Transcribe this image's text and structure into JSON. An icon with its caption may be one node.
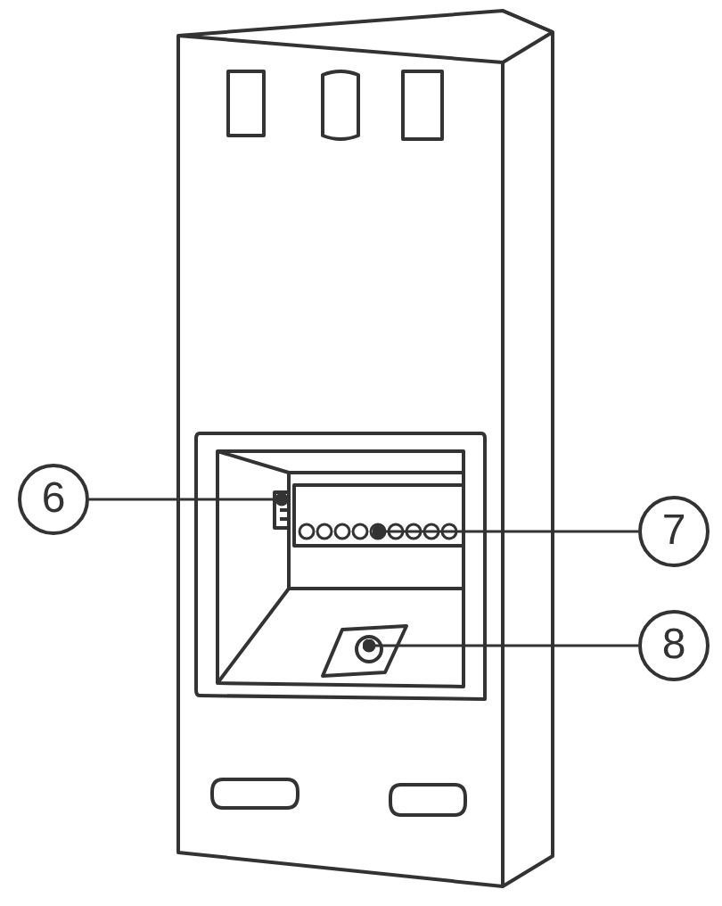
{
  "diagram": {
    "nodes": [
      {
        "text": [
          "6"
        ]
      },
      {
        "text": [],
        "shape": "box"
      },
      {
        "text": [
          "7"
        ]
      },
      {
        "text": [],
        "shape": "bar"
      },
      {
        "text": [
          "8"
        ]
      },
      {
        "text": [],
        "shape": "circle"
      }
    ],
    "edges": [
      {
        "from": 0,
        "to": 1,
        "arrow": "other"
      },
      {
        "from": 2,
        "to": 3,
        "arrow": "other"
      },
      {
        "from": 4,
        "to": 5,
        "arrow": "other"
      }
    ]
  }
}
